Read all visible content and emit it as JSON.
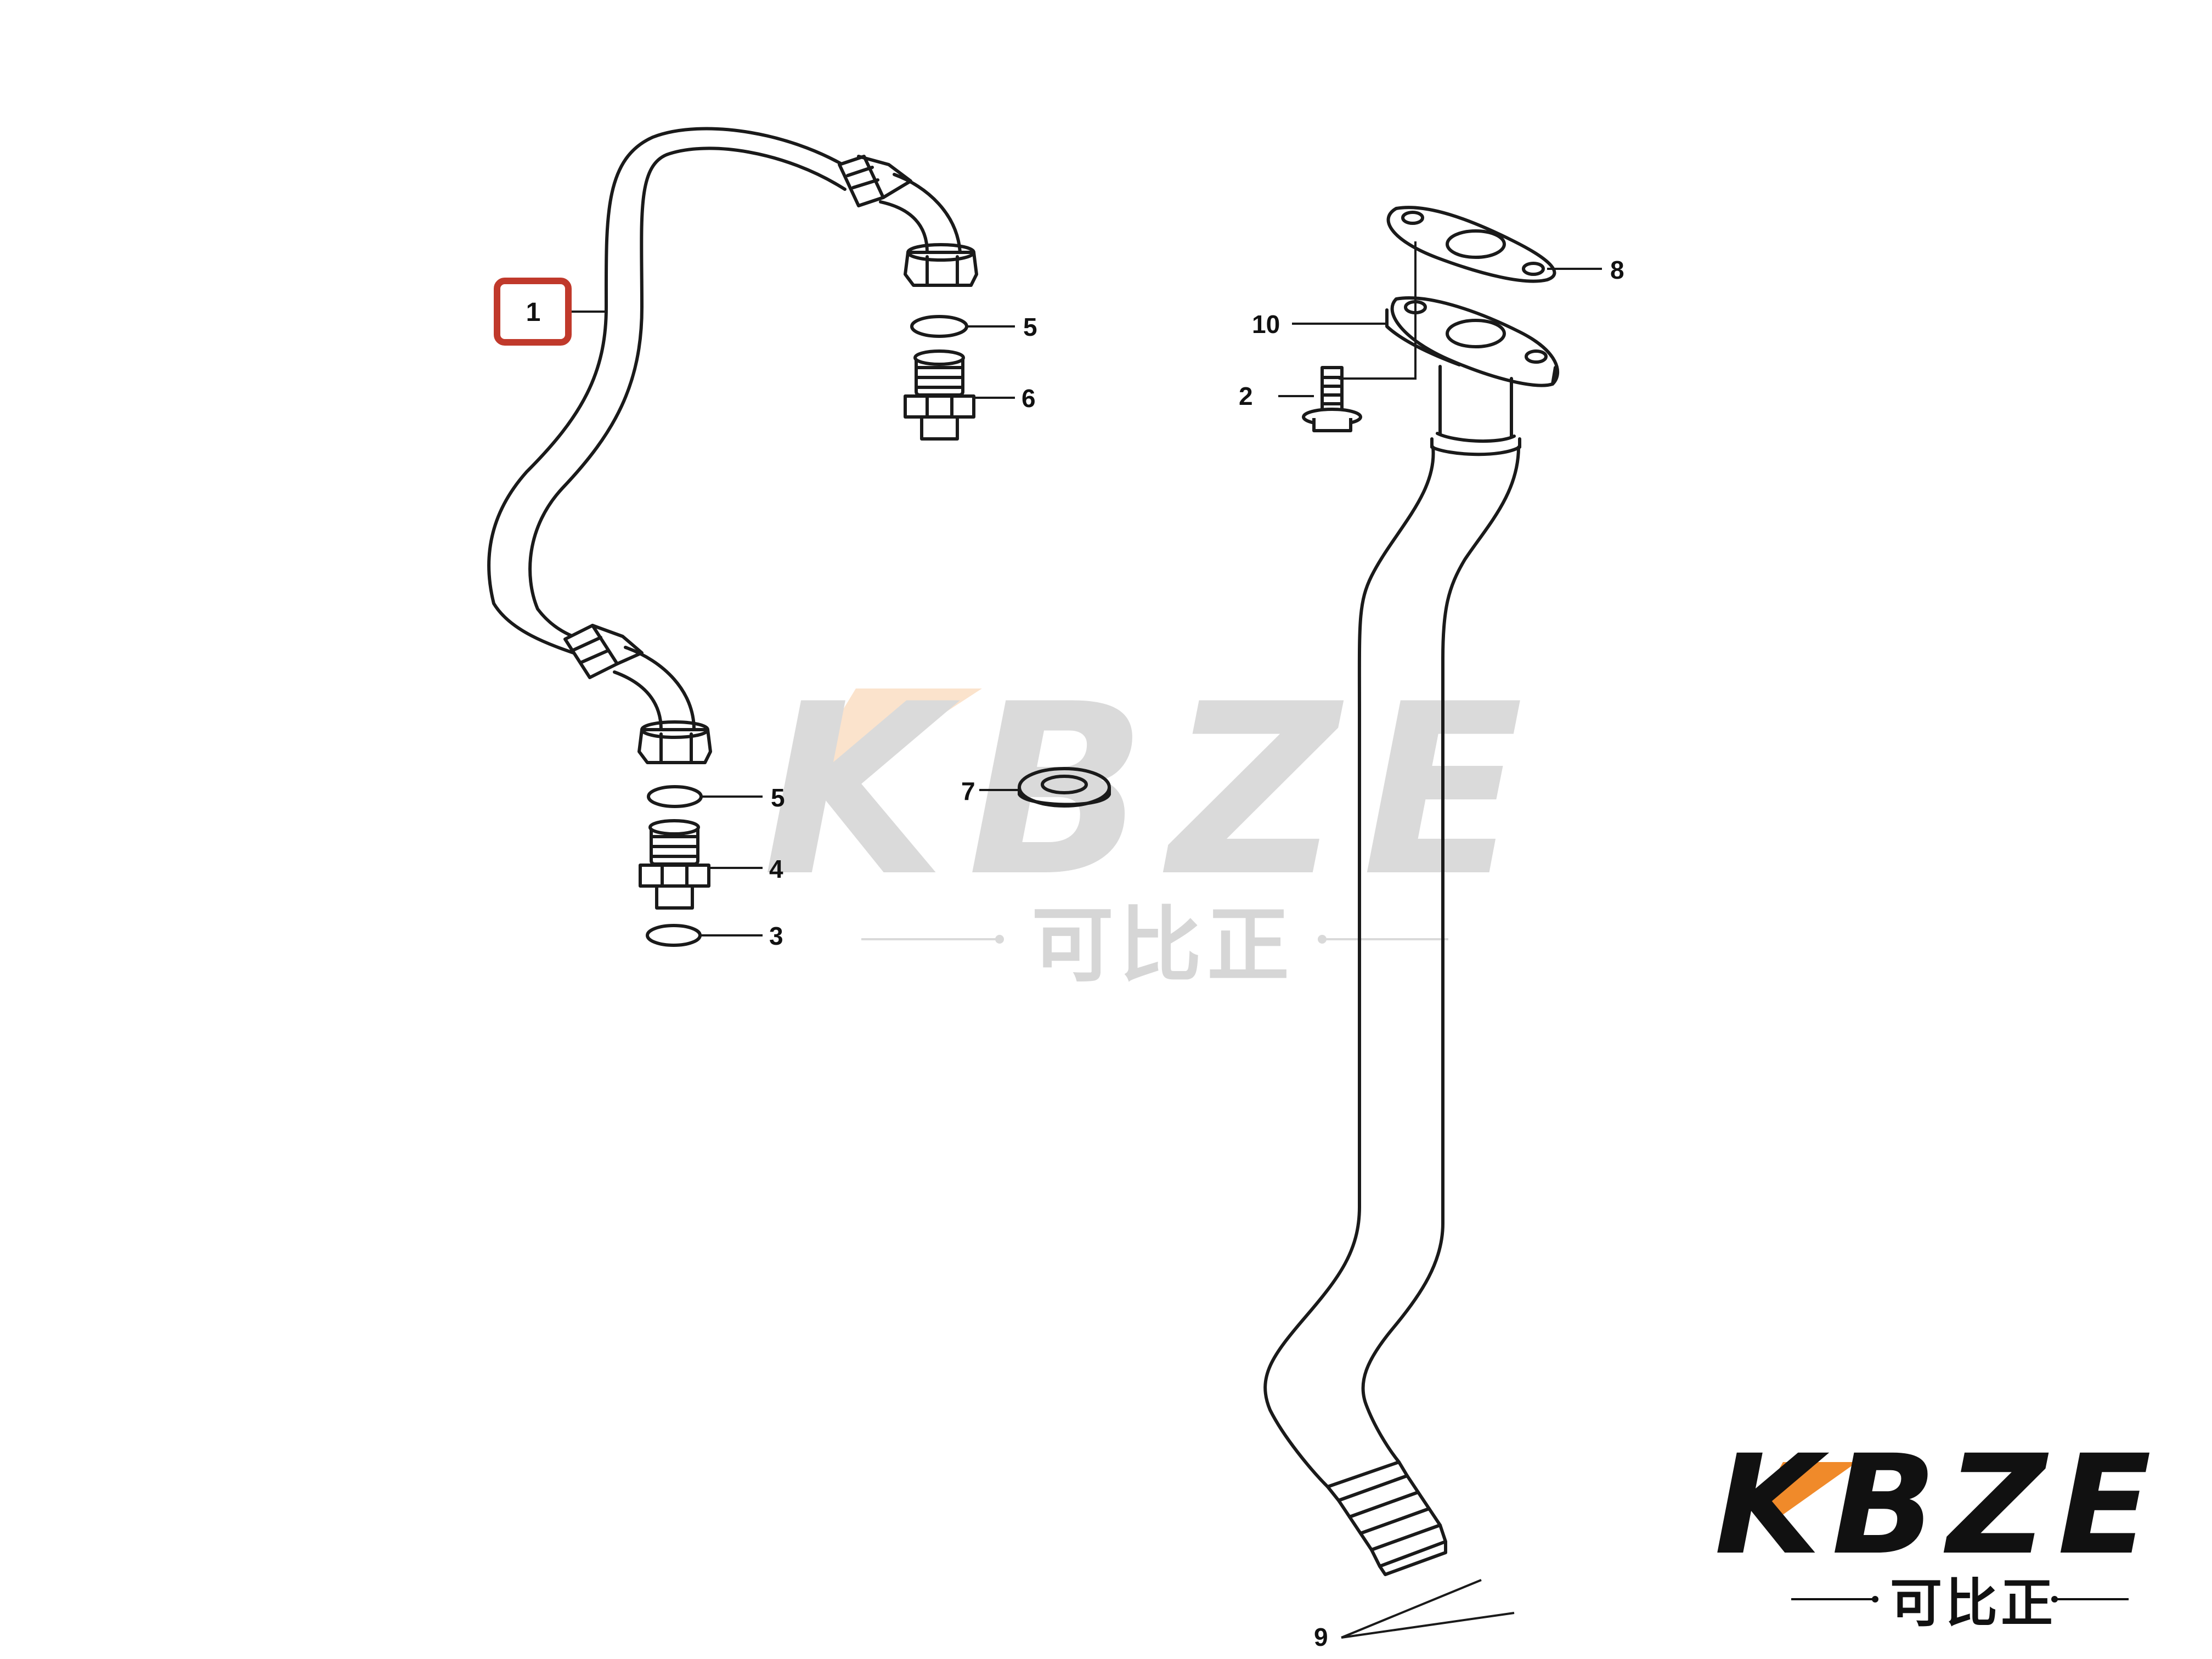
{
  "diagram": {
    "callouts": {
      "c1": "1",
      "c2": "2",
      "c3": "3",
      "c4": "4",
      "c5a": "5",
      "c5b": "5",
      "c6": "6",
      "c7": "7",
      "c8": "8",
      "c9": "9",
      "c10": "10"
    },
    "highlighted_callout": "1"
  },
  "watermark": {
    "brand": "KBZE",
    "chinese": "可比正"
  },
  "logo": {
    "brand": "KBZE",
    "chinese": "可比正",
    "accent_color": "#f08a2a",
    "text_color": "#111111"
  },
  "colors": {
    "line": "#1a1a1a",
    "highlight": "#c0392b",
    "watermark": "#d9d9d9",
    "watermark_accent": "#fbe3cc"
  }
}
